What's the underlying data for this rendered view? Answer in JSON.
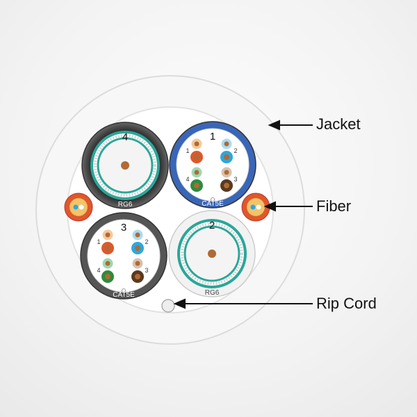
{
  "labels": {
    "jacket": "Jacket",
    "fiber": "Fiber",
    "rip_cord": "Rip Cord"
  },
  "cables": [
    {
      "id": "4",
      "type": "RG6",
      "jacket_color": "#111111"
    },
    {
      "id": "1",
      "type": "CAT5E",
      "jacket_color": "#3a66b8"
    },
    {
      "id": "3",
      "type": "CAT5E",
      "jacket_color": "#555555"
    },
    {
      "id": "2",
      "type": "RG6",
      "jacket_color": "#f2f2f2"
    }
  ],
  "pairs": [
    {
      "number": "1",
      "color": "#e0572a",
      "stripe": "#f5c99a"
    },
    {
      "number": "2",
      "color": "#2aa8e0",
      "stripe": "#a9dcf2"
    },
    {
      "number": "4",
      "color": "#2e8b3e",
      "stripe": "#9ed8b0"
    },
    {
      "number": "3",
      "color": "#5a3a1e",
      "stripe": "#d8c2b0"
    }
  ],
  "colors": {
    "shield": "#2aa69a",
    "copper": "#b06a35",
    "fiber_jacket": "#e0572a"
  }
}
